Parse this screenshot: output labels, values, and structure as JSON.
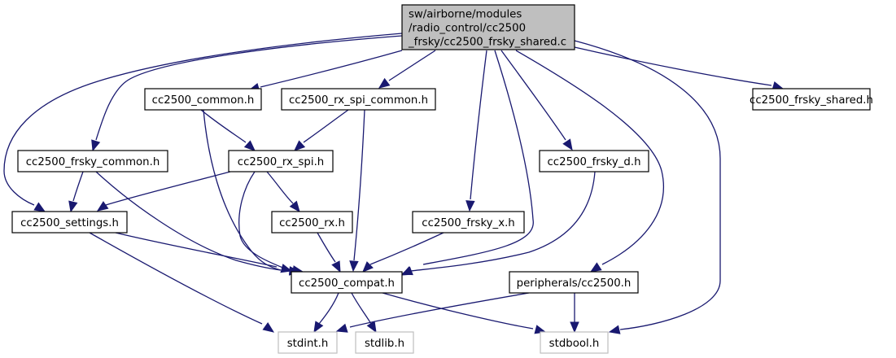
{
  "diagram": {
    "type": "include-dependency-graph",
    "colors": {
      "edge": "#191970",
      "root_fill": "#bfbfbf",
      "node_fill": "#ffffff",
      "node_border": "#000000",
      "external_border": "#bfbfbf"
    },
    "nodes": [
      {
        "id": "root",
        "lines": [
          "sw/airborne/modules",
          "/radio_control/cc2500",
          "_frsky/cc2500_frsky_shared.c"
        ],
        "kind": "root"
      },
      {
        "id": "cc2500_common",
        "lines": [
          "cc2500_common.h"
        ],
        "kind": "header"
      },
      {
        "id": "cc2500_rx_spi_common",
        "lines": [
          "cc2500_rx_spi_common.h"
        ],
        "kind": "header"
      },
      {
        "id": "cc2500_frsky_shared_h",
        "lines": [
          "cc2500_frsky_shared.h"
        ],
        "kind": "header"
      },
      {
        "id": "cc2500_frsky_common",
        "lines": [
          "cc2500_frsky_common.h"
        ],
        "kind": "header"
      },
      {
        "id": "cc2500_rx_spi",
        "lines": [
          "cc2500_rx_spi.h"
        ],
        "kind": "header"
      },
      {
        "id": "cc2500_frsky_d",
        "lines": [
          "cc2500_frsky_d.h"
        ],
        "kind": "header"
      },
      {
        "id": "cc2500_settings",
        "lines": [
          "cc2500_settings.h"
        ],
        "kind": "header"
      },
      {
        "id": "cc2500_rx",
        "lines": [
          "cc2500_rx.h"
        ],
        "kind": "header"
      },
      {
        "id": "cc2500_frsky_x",
        "lines": [
          "cc2500_frsky_x.h"
        ],
        "kind": "header"
      },
      {
        "id": "cc2500_compat",
        "lines": [
          "cc2500_compat.h"
        ],
        "kind": "header"
      },
      {
        "id": "peripherals_cc2500",
        "lines": [
          "peripherals/cc2500.h"
        ],
        "kind": "header"
      },
      {
        "id": "stdint",
        "lines": [
          "stdint.h"
        ],
        "kind": "external"
      },
      {
        "id": "stdlib",
        "lines": [
          "stdlib.h"
        ],
        "kind": "external"
      },
      {
        "id": "stdbool",
        "lines": [
          "stdbool.h"
        ],
        "kind": "external"
      }
    ],
    "edges": [
      {
        "from": "root",
        "to": "cc2500_common"
      },
      {
        "from": "root",
        "to": "cc2500_rx_spi_common"
      },
      {
        "from": "root",
        "to": "cc2500_frsky_shared_h"
      },
      {
        "from": "root",
        "to": "cc2500_frsky_common"
      },
      {
        "from": "root",
        "to": "cc2500_settings"
      },
      {
        "from": "root",
        "to": "cc2500_frsky_d"
      },
      {
        "from": "root",
        "to": "cc2500_frsky_x"
      },
      {
        "from": "root",
        "to": "cc2500_compat"
      },
      {
        "from": "root",
        "to": "peripherals_cc2500"
      },
      {
        "from": "root",
        "to": "stdbool"
      },
      {
        "from": "cc2500_common",
        "to": "cc2500_rx_spi"
      },
      {
        "from": "cc2500_common",
        "to": "cc2500_compat"
      },
      {
        "from": "cc2500_rx_spi_common",
        "to": "cc2500_rx_spi"
      },
      {
        "from": "cc2500_rx_spi_common",
        "to": "cc2500_compat"
      },
      {
        "from": "cc2500_frsky_common",
        "to": "cc2500_settings"
      },
      {
        "from": "cc2500_frsky_common",
        "to": "cc2500_compat"
      },
      {
        "from": "cc2500_rx_spi",
        "to": "cc2500_settings"
      },
      {
        "from": "cc2500_rx_spi",
        "to": "cc2500_rx"
      },
      {
        "from": "cc2500_rx_spi",
        "to": "cc2500_compat"
      },
      {
        "from": "cc2500_settings",
        "to": "cc2500_compat"
      },
      {
        "from": "cc2500_settings",
        "to": "stdint"
      },
      {
        "from": "cc2500_rx",
        "to": "cc2500_compat"
      },
      {
        "from": "cc2500_frsky_x",
        "to": "cc2500_compat"
      },
      {
        "from": "cc2500_frsky_d",
        "to": "cc2500_compat"
      },
      {
        "from": "cc2500_compat",
        "to": "stdint"
      },
      {
        "from": "cc2500_compat",
        "to": "stdlib"
      },
      {
        "from": "cc2500_compat",
        "to": "stdbool"
      },
      {
        "from": "peripherals_cc2500",
        "to": "stdint"
      },
      {
        "from": "peripherals_cc2500",
        "to": "stdbool"
      }
    ]
  }
}
